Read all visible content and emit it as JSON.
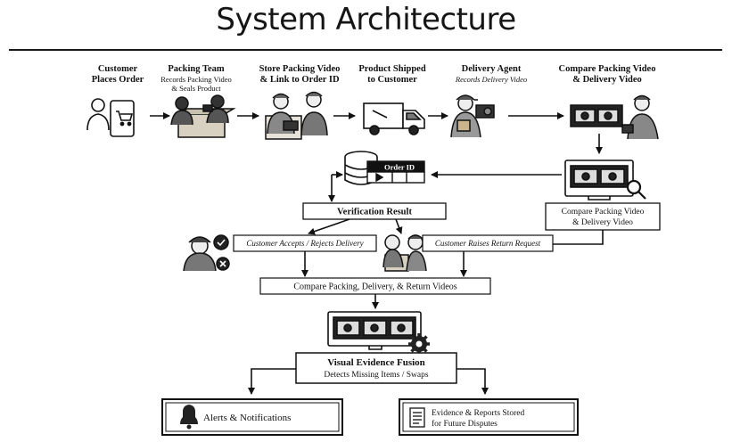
{
  "title": "System Architecture",
  "steps": [
    {
      "line1": "Customer",
      "line2": "Places Order",
      "sub": ""
    },
    {
      "line1": "Packing Team",
      "line2": "",
      "sub": "Records Packing Video",
      "sub2": "& Seals Product"
    },
    {
      "line1": "Store Packing Video",
      "line2": "& Link to Order ID",
      "sub": ""
    },
    {
      "line1": "Product Shipped",
      "line2": "to Customer",
      "sub": ""
    },
    {
      "line1": "Delivery Agent",
      "line2": "",
      "sub": "Records Delivery Video"
    },
    {
      "line1": "Compare Packing Video",
      "line2": "& Delivery Video",
      "sub": ""
    }
  ],
  "database": {
    "tag": "Order ID"
  },
  "compare_box": {
    "line1": "Compare Packing Video",
    "line2": "& Delivery Video"
  },
  "verification": "Verification Result",
  "customer_accepts": "Customer Accepts / Rejects Delivery",
  "customer_return": "Customer Raises Return Request",
  "compare_all": "Compare Packing, Delivery, & Return Videos",
  "fusion": {
    "title": "Visual Evidence Fusion",
    "subtitle": "Detects Missing Items / Swaps"
  },
  "alerts": "Alerts & Notifications",
  "evidence": {
    "line1": "Evidence & Reports Stored",
    "line2": "for Future Disputes"
  }
}
